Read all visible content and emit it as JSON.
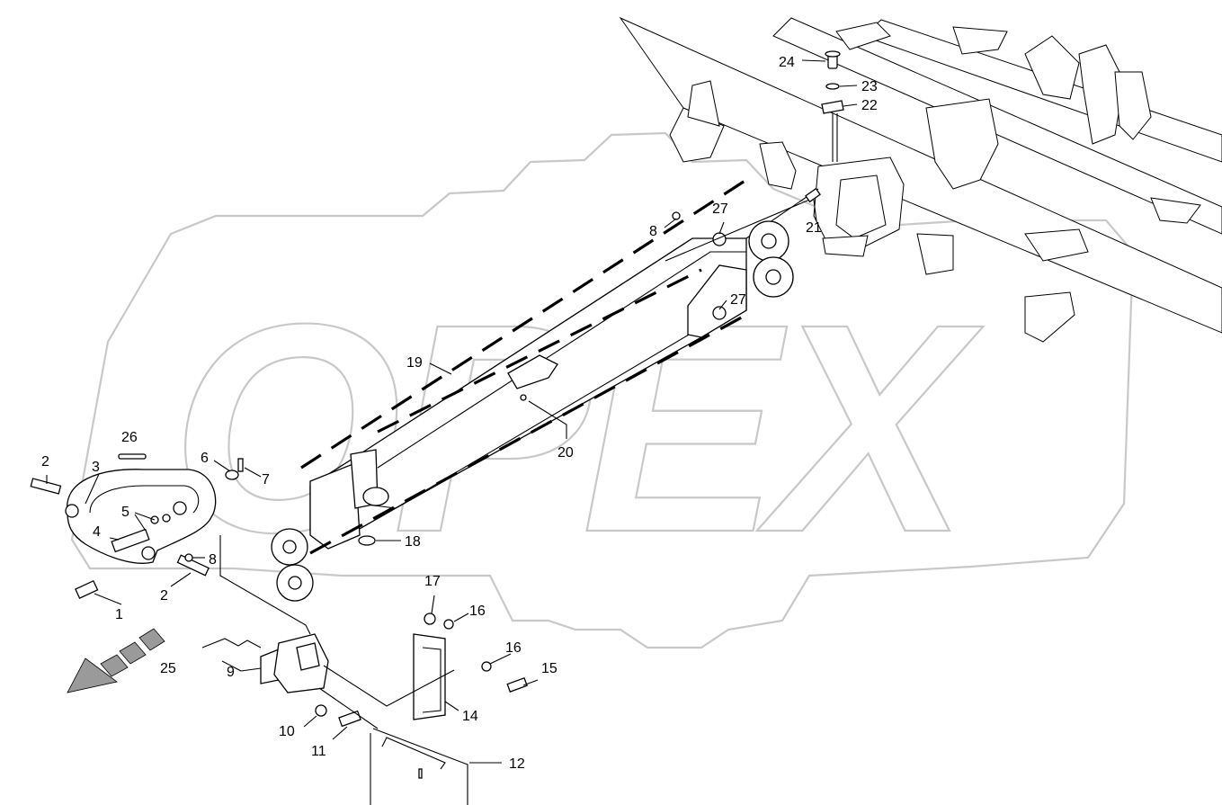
{
  "watermark": {
    "text": "OPEX"
  },
  "callouts": [
    "1",
    "2",
    "2",
    "3",
    "4",
    "5",
    "6",
    "7",
    "8",
    "8",
    "9",
    "10",
    "11",
    "12",
    "14",
    "15",
    "16",
    "16",
    "17",
    "18",
    "19",
    "20",
    "21",
    "22",
    "23",
    "24",
    "25",
    "26",
    "27",
    "27"
  ]
}
